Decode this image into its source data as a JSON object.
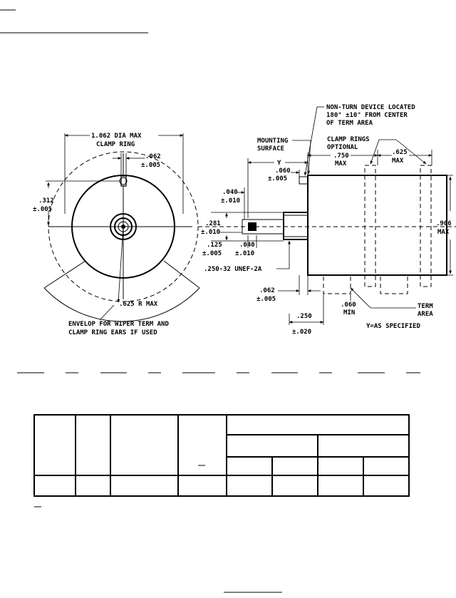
{
  "drawing": {
    "front_view": {
      "dia_label_1": "1.062 DIA MAX",
      "dia_label_2": "CLAMP RING",
      "tab_w_1": ".062",
      "tab_w_2": "±.005",
      "off_1": ".312",
      "off_2": "±.005",
      "radius": ".625 R MAX",
      "envelope_1": "ENVELOP FOR WIPER TERM AND",
      "envelope_2": "CLAMP RING EARS IF USED"
    },
    "side_view": {
      "nonturn_1": "NON-TURN DEVICE LOCATED",
      "nonturn_2": "180° ±10° FROM CENTER",
      "nonturn_3": "OF TERM AREA",
      "mounting_1": "MOUNTING",
      "mounting_2": "SURFACE",
      "clamp_1": "CLAMP RINGS",
      "clamp_2": "OPTIONAL",
      "y_label": "Y",
      "d750_1": ".750",
      "d750_2": "MAX",
      "d625_1": ".625",
      "d625_2": "MAX",
      "d060a_1": ".060",
      "d060a_2": "±.005",
      "d040a_1": ".040",
      "d040a_2": "±.010",
      "d281_1": ".281",
      "d281_2": "±.010",
      "d125_1": ".125",
      "d125_2": "±.005",
      "d040b_1": ".040",
      "d040b_2": "±.010",
      "thread": ".250-32 UNEF-2A",
      "d062_1": ".062",
      "d062_2": "±.005",
      "d060b_1": ".060",
      "d060b_2": "MIN",
      "d250_1": ".250",
      "d250_2": "±.020",
      "d906_1": ".906",
      "d906_2": "MAX",
      "term_1": "TERM",
      "term_2": "AREA",
      "y_spec": "Y=AS SPECIFIED"
    }
  }
}
